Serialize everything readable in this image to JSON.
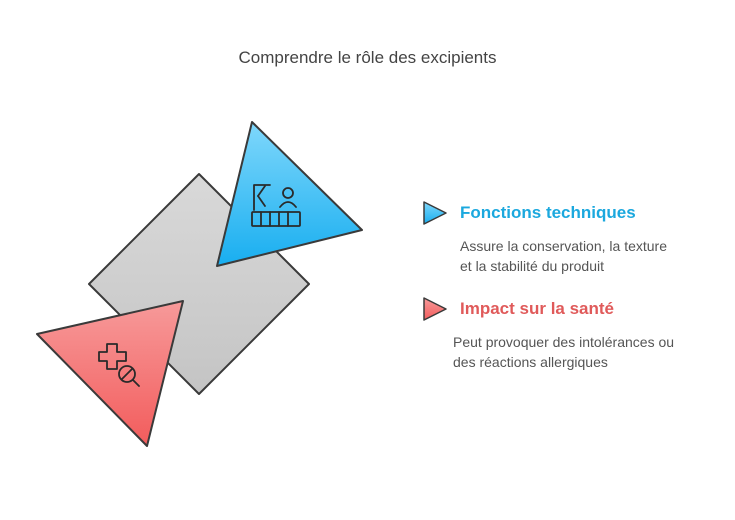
{
  "title": "Comprendre le rôle des excipients",
  "items": [
    {
      "heading": "Fonctions techniques",
      "desc_line1": "Assure la conservation, la texture",
      "desc_line2": "et la stabilité du produit",
      "color": "#1ba8de",
      "icon": "workstation-people-icon"
    },
    {
      "heading": "Impact sur la santé",
      "desc_line1": "Peut provoquer des intolérances ou",
      "desc_line2": "des réactions allergiques",
      "color": "#e05a5a",
      "icon": "medical-pill-icon"
    }
  ],
  "colors": {
    "square": "#cfcfcf",
    "blue_triangle": "#2cb8f0",
    "red_triangle": "#f36c6c"
  }
}
